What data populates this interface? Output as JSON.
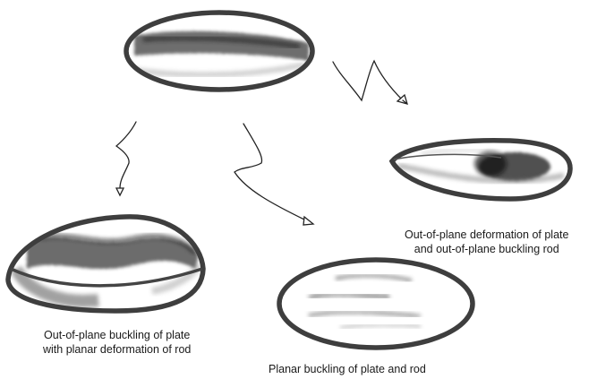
{
  "captions": {
    "out_of_plane_deformation": {
      "line1": "Out-of-plane deformation of plate",
      "line2": "and out-of-plane buckling rod"
    },
    "out_of_plane_buckling": {
      "line1": "Out-of-plane buckling of plate",
      "line2": "with planar deformation of rod"
    },
    "planar_buckling": {
      "line1": "Planar buckling of plate and rod"
    }
  },
  "colors": {
    "rim": "#3e3e3e",
    "shade": "#2e2e2e",
    "arrow": "#222222"
  }
}
